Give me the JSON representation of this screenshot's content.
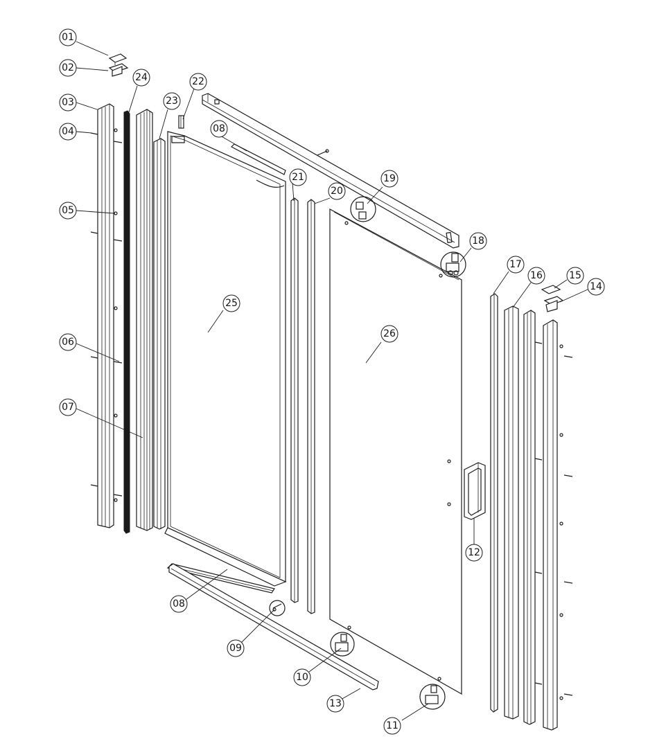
{
  "colors": {
    "line": "#1a1a1a",
    "background": "#ffffff"
  },
  "callouts": [
    {
      "id": "c01",
      "label": "01"
    },
    {
      "id": "c02",
      "label": "02"
    },
    {
      "id": "c03",
      "label": "03"
    },
    {
      "id": "c04",
      "label": "04"
    },
    {
      "id": "c05",
      "label": "05"
    },
    {
      "id": "c06",
      "label": "06"
    },
    {
      "id": "c07",
      "label": "07"
    },
    {
      "id": "c08a",
      "label": "08"
    },
    {
      "id": "c08b",
      "label": "08"
    },
    {
      "id": "c09",
      "label": "09"
    },
    {
      "id": "c10",
      "label": "10"
    },
    {
      "id": "c11",
      "label": "11"
    },
    {
      "id": "c12",
      "label": "12"
    },
    {
      "id": "c13",
      "label": "13"
    },
    {
      "id": "c14",
      "label": "14"
    },
    {
      "id": "c15",
      "label": "15"
    },
    {
      "id": "c16",
      "label": "16"
    },
    {
      "id": "c17",
      "label": "17"
    },
    {
      "id": "c18",
      "label": "18"
    },
    {
      "id": "c19",
      "label": "19"
    },
    {
      "id": "c20",
      "label": "20"
    },
    {
      "id": "c21",
      "label": "21"
    },
    {
      "id": "c22",
      "label": "22"
    },
    {
      "id": "c23",
      "label": "23"
    },
    {
      "id": "c24",
      "label": "24"
    },
    {
      "id": "c25",
      "label": "25"
    },
    {
      "id": "c26",
      "label": "26"
    }
  ]
}
